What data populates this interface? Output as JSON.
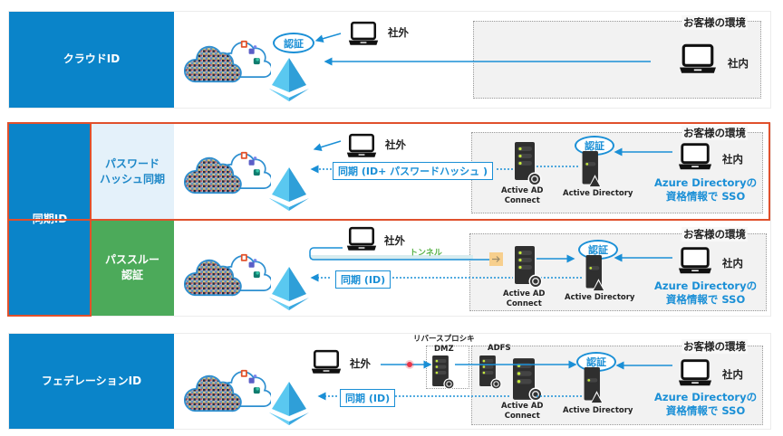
{
  "colors": {
    "primary_blue": "#0a84c9",
    "light_blue": "#e4f1fa",
    "green": "#4caa5a",
    "highlight_red": "#e0502c",
    "accent_blue": "#1a8fd6",
    "tunnel_green": "#5bb44a"
  },
  "rows": {
    "cloud": {
      "label": "クラウドID",
      "auth": "認証",
      "external": "社外",
      "internal": "社内",
      "env_title": "お客様の環境"
    },
    "sync": {
      "label": "同期ID",
      "phs": {
        "label_line1": "パスワード",
        "label_line2": "ハッシュ同期",
        "external": "社外",
        "sync_label": "同期 (ID+ パスワードハッシュ )",
        "auth": "認証",
        "internal": "社内",
        "env_title": "お客様の環境",
        "ad_connect_line1": "Active AD",
        "ad_connect_line2": "Connect",
        "active_directory": "Active Directory",
        "sso_line1": "Azure Directoryの",
        "sso_line2": "資格情報で SSO"
      },
      "pta": {
        "label_line1": "パススルー",
        "label_line2": "認証",
        "external": "社外",
        "tunnel": "トンネル",
        "sync_label": "同期 (ID)",
        "auth": "認証",
        "internal": "社内",
        "env_title": "お客様の環境",
        "ad_connect_line1": "Active AD",
        "ad_connect_line2": "Connect",
        "active_directory": "Active Directory",
        "sso_line1": "Azure Directoryの",
        "sso_line2": "資格情報で SSO"
      }
    },
    "federation": {
      "label": "フェデレーションID",
      "external": "社外",
      "reverse_proxy": "リバースプロシキ",
      "dmz": "DMZ",
      "adfs": "ADFS",
      "sync_label": "同期 (ID)",
      "auth": "認証",
      "internal": "社内",
      "env_title": "お客様の環境",
      "ad_connect_line1": "Active AD",
      "ad_connect_line2": "Connect",
      "active_directory": "Active Directory",
      "sso_line1": "Azure Directoryの",
      "sso_line2": "資格情報で SSO"
    }
  }
}
